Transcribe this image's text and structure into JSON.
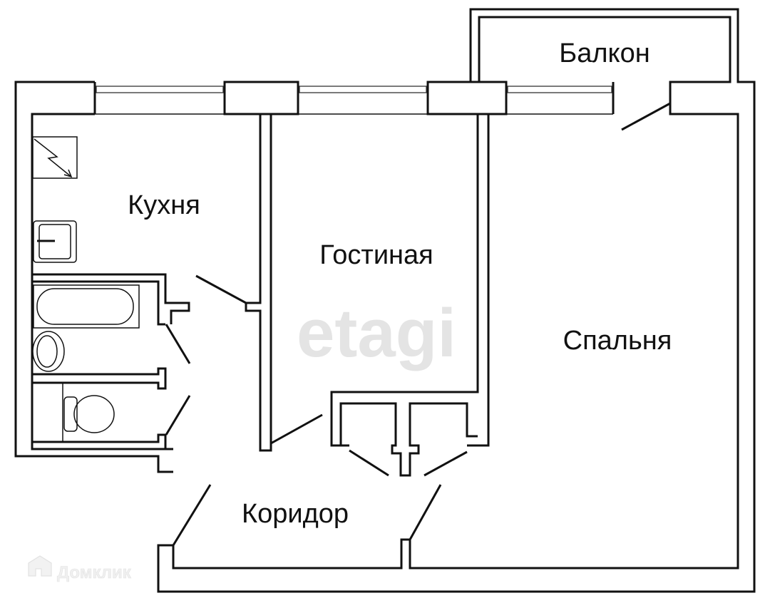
{
  "rooms": {
    "kitchen": "Кухня",
    "living_room": "Гостиная",
    "bedroom": "Спальня",
    "balcony": "Балкон",
    "corridor": "Коридор"
  },
  "watermarks": {
    "center": "etagi",
    "bottom_left": "Домклик"
  },
  "colors": {
    "wall": "#111111",
    "background": "#ffffff",
    "watermark": "#e4e4e4"
  }
}
